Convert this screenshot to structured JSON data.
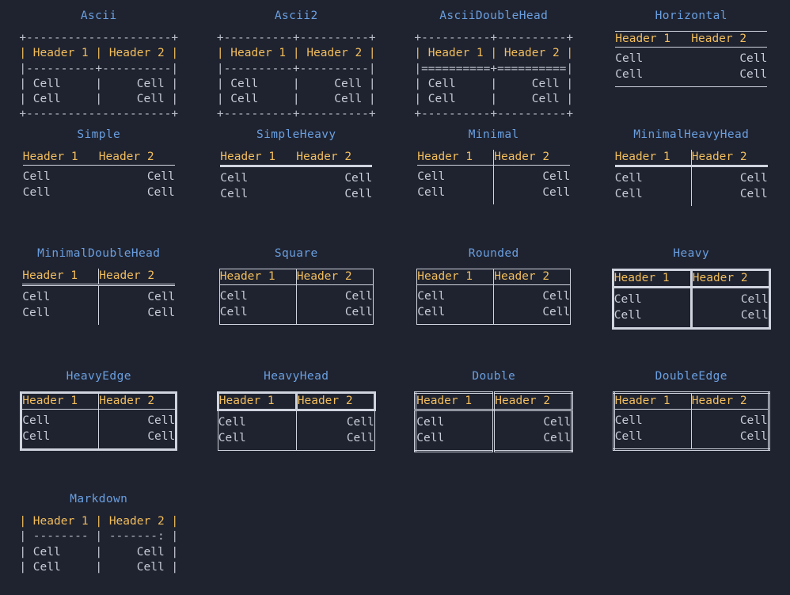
{
  "theme": {
    "background": "#1f2330",
    "title_color": "#6a9fe0",
    "header_color": "#f2bd5c",
    "cell_color": "#c8ccd8",
    "rule_color": "#cfd3dd"
  },
  "common": {
    "header_1": "Header 1",
    "header_2": "Header 2",
    "cell": "Cell"
  },
  "tables": [
    {
      "id": "ascii",
      "title": "Ascii",
      "render": "art",
      "art_lines": [
        {
          "kind": "rule",
          "text": "+---------------------+"
        },
        {
          "kind": "header",
          "text": "| Header 1 | Header 2 |"
        },
        {
          "kind": "rule",
          "text": "|----------+----------|"
        },
        {
          "kind": "body",
          "text": "| Cell     |     Cell |"
        },
        {
          "kind": "body",
          "text": "| Cell     |     Cell |"
        },
        {
          "kind": "rule",
          "text": "+---------------------+"
        }
      ]
    },
    {
      "id": "ascii2",
      "title": "Ascii2",
      "render": "art",
      "art_lines": [
        {
          "kind": "rule",
          "text": "+----------+----------+"
        },
        {
          "kind": "header",
          "text": "| Header 1 | Header 2 |"
        },
        {
          "kind": "rule",
          "text": "|----------+----------|"
        },
        {
          "kind": "body",
          "text": "| Cell     |     Cell |"
        },
        {
          "kind": "body",
          "text": "| Cell     |     Cell |"
        },
        {
          "kind": "rule",
          "text": "+----------+----------+"
        }
      ]
    },
    {
      "id": "ascii-double-head",
      "title": "AsciiDoubleHead",
      "render": "art",
      "art_lines": [
        {
          "kind": "rule",
          "text": "+----------+----------+"
        },
        {
          "kind": "header",
          "text": "| Header 1 | Header 2 |"
        },
        {
          "kind": "rule",
          "text": "|==========+==========|"
        },
        {
          "kind": "body",
          "text": "| Cell     |     Cell |"
        },
        {
          "kind": "body",
          "text": "| Cell     |     Cell |"
        },
        {
          "kind": "rule",
          "text": "+----------+----------+"
        }
      ]
    },
    {
      "id": "horizontal",
      "title": "Horizontal",
      "render": "box",
      "style": "sty-horizontal"
    },
    {
      "id": "simple",
      "title": "Simple",
      "render": "box",
      "style": "sty-simple"
    },
    {
      "id": "simple-heavy",
      "title": "SimpleHeavy",
      "render": "box",
      "style": "sty-simpleheavy"
    },
    {
      "id": "minimal",
      "title": "Minimal",
      "render": "box",
      "style": "sty-minimal"
    },
    {
      "id": "minimal-heavy-head",
      "title": "MinimalHeavyHead",
      "render": "box",
      "style": "sty-minimalheavyhead"
    },
    {
      "id": "minimal-double-head",
      "title": "MinimalDoubleHead",
      "render": "box",
      "style": "sty-minimaldoublehead"
    },
    {
      "id": "square",
      "title": "Square",
      "render": "box",
      "style": "sty-square"
    },
    {
      "id": "rounded",
      "title": "Rounded",
      "render": "box",
      "style": "sty-rounded"
    },
    {
      "id": "heavy",
      "title": "Heavy",
      "render": "box",
      "style": "sty-heavy"
    },
    {
      "id": "heavy-edge",
      "title": "HeavyEdge",
      "render": "box",
      "style": "sty-heavyedge"
    },
    {
      "id": "heavy-head",
      "title": "HeavyHead",
      "render": "box",
      "style": "sty-heavyhead"
    },
    {
      "id": "double",
      "title": "Double",
      "render": "box",
      "style": "sty-double"
    },
    {
      "id": "double-edge",
      "title": "DoubleEdge",
      "render": "box",
      "style": "sty-doubleedge"
    },
    {
      "id": "markdown",
      "title": "Markdown",
      "render": "art",
      "art_lines": [
        {
          "kind": "header",
          "text": "| Header 1 | Header 2 |"
        },
        {
          "kind": "rule",
          "text": "| -------- | -------: |"
        },
        {
          "kind": "body",
          "text": "| Cell     |     Cell |"
        },
        {
          "kind": "body",
          "text": "| Cell     |     Cell |"
        }
      ]
    }
  ]
}
